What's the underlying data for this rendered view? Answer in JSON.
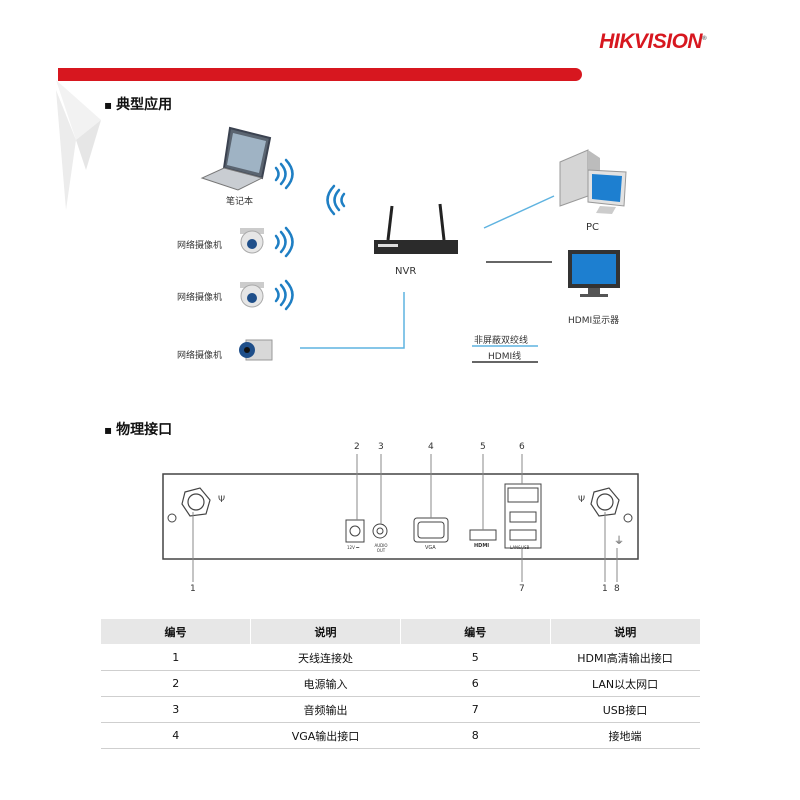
{
  "brand": {
    "logo_red": "HIKVISION",
    "accent_color": "#d7171f"
  },
  "sections": {
    "application": "典型应用",
    "interfaces": "物理接口"
  },
  "application": {
    "laptop": "笔记本",
    "camera1": "网络摄像机",
    "camera2": "网络摄像机",
    "camera3": "网络摄像机",
    "nvr": "NVR",
    "pc": "PC",
    "monitor": "HDMI显示器",
    "legend_utp": "非屏蔽双绞线",
    "legend_hdmi": "HDMI线"
  },
  "panel": {
    "callouts_top": [
      "2",
      "3",
      "4",
      "5",
      "6"
    ],
    "callouts_bottom": [
      "1",
      "7",
      "1",
      "8"
    ],
    "port_labels": {
      "power": "12V ⎓",
      "audio": "AUDIO OUT",
      "vga": "VGA",
      "hdmi": "HDMI",
      "lanusb": "LAN&USB"
    }
  },
  "table": {
    "headers": [
      "编号",
      "说明",
      "编号",
      "说明"
    ],
    "rows": [
      [
        "1",
        "天线连接处",
        "5",
        "HDMI高清输出接口"
      ],
      [
        "2",
        "电源输入",
        "6",
        "LAN以太网口"
      ],
      [
        "3",
        "音频输出",
        "7",
        "USB接口"
      ],
      [
        "4",
        "VGA输出接口",
        "8",
        "接地端"
      ]
    ]
  }
}
